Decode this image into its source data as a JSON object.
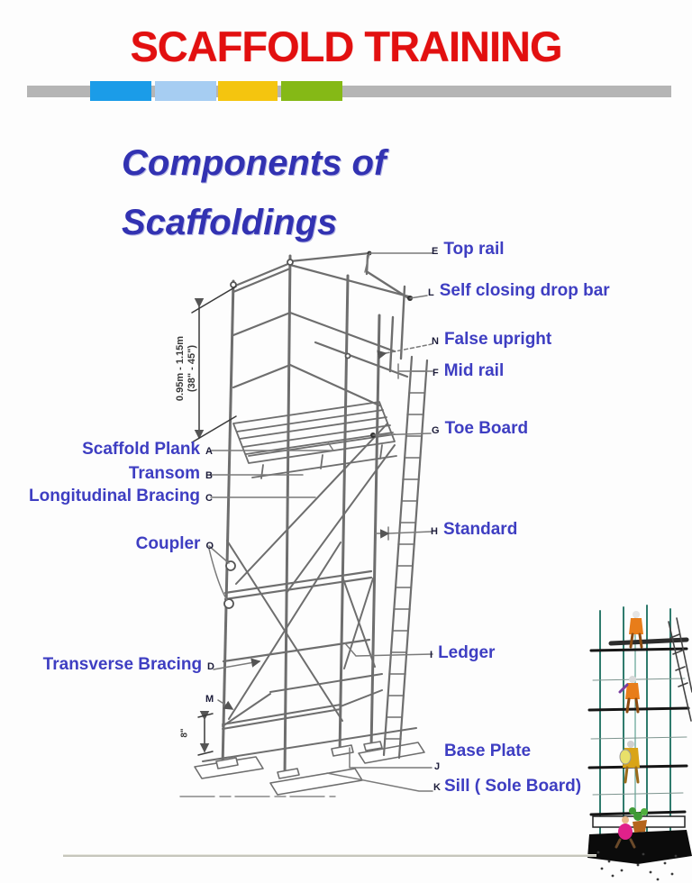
{
  "header": {
    "title": "SCAFFOLD TRAINING"
  },
  "divider": {
    "base_color": "#b5b5b5",
    "segments": [
      {
        "name": "blue",
        "color": "#1b9ce8"
      },
      {
        "name": "light-blue",
        "color": "#a6cdf2"
      },
      {
        "name": "yellow",
        "color": "#f4c50f"
      },
      {
        "name": "green",
        "color": "#85b916"
      }
    ]
  },
  "heading": {
    "line1": "Components of",
    "line2": "Scaffoldings"
  },
  "diagram": {
    "dimension_note": {
      "line1": "0.95m - 1.15m",
      "line2": "(38\" - 45\")"
    },
    "base_height_note": "8\"",
    "labels": {
      "scaffold_plank": {
        "letter": "A",
        "text": "Scaffold Plank"
      },
      "transom": {
        "letter": "B",
        "text": "Transom"
      },
      "longitudinal_bracing": {
        "letter": "C",
        "text": "Longitudinal Bracing"
      },
      "transverse_bracing": {
        "letter": "D",
        "text": "Transverse Bracing"
      },
      "top_rail": {
        "letter": "E",
        "text": "Top rail"
      },
      "mid_rail": {
        "letter": "F",
        "text": "Mid rail"
      },
      "toe_board": {
        "letter": "G",
        "text": "Toe Board"
      },
      "standard": {
        "letter": "H",
        "text": "Standard"
      },
      "ledger": {
        "letter": "I",
        "text": "Ledger"
      },
      "base_plate": {
        "letter": "J",
        "text": "Base Plate"
      },
      "sill": {
        "letter": "K",
        "text": "Sill ( Sole Board)"
      },
      "self_closing_drop_bar": {
        "letter": "L",
        "text": "Self closing drop bar"
      },
      "m_marker": {
        "letter": "M",
        "text": ""
      },
      "false_upright": {
        "letter": "N",
        "text": "False upright"
      },
      "coupler": {
        "letter": "O",
        "text": "Coupler"
      }
    }
  },
  "colors": {
    "title_red": "#e21010",
    "heading_blue": "#3232b2",
    "label_blue": "#3e3ec2",
    "letter_dark": "#1c1c3a",
    "footer_line": "#c6c6bc"
  }
}
